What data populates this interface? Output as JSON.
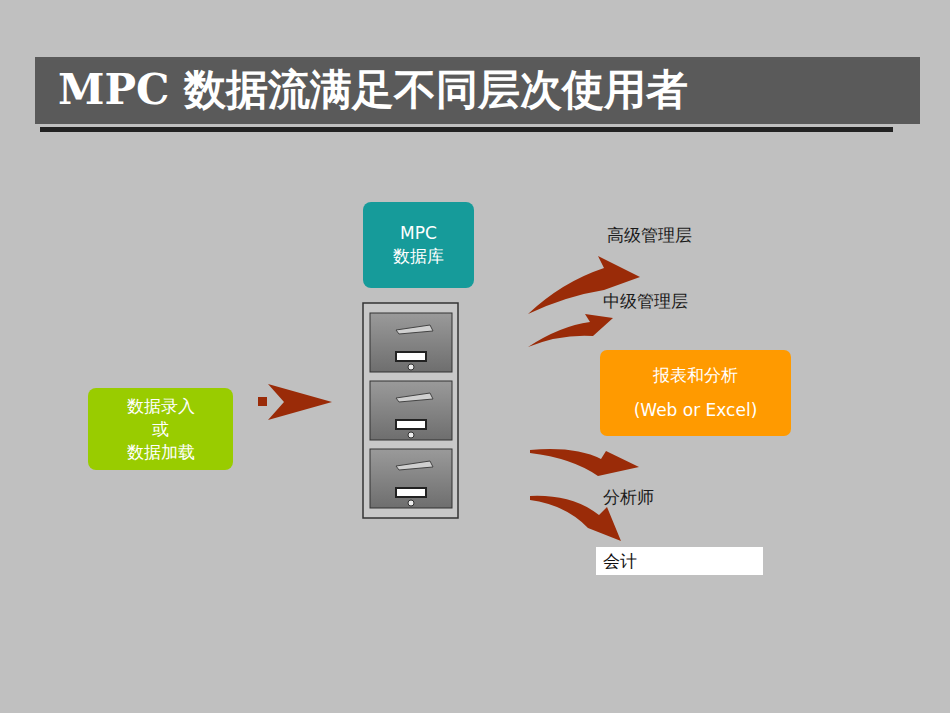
{
  "diagram": {
    "title": "MPC 数据流满足不同层次使用者",
    "nodes": [
      {
        "text": [
          "MPC 数据库"
        ]
      },
      {
        "text": [
          "报表和分析",
          "(Web or Excel)"
        ]
      },
      {
        "text": [
          "数据录入 或 数据加载"
        ]
      },
      {
        "text": [
          "会计"
        ]
      }
    ],
    "labels": [
      "高级管理层",
      "中级管理层",
      "分析师"
    ]
  }
}
